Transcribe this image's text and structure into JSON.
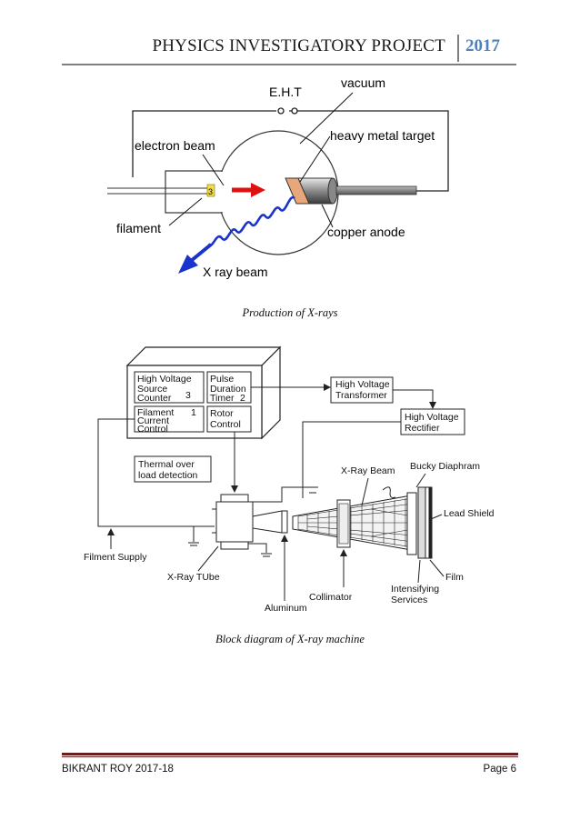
{
  "header": {
    "title": "PHYSICS INVESTIGATORY PROJECT",
    "year": "2017"
  },
  "figure1": {
    "caption": "Production of X-rays",
    "labels": {
      "eht": "E.H.T",
      "vacuum": "vacuum",
      "electron_beam": "electron beam",
      "target": "heavy metal target",
      "filament": "filament",
      "anode": "copper anode",
      "xray_beam": "X ray beam",
      "marker": "3"
    },
    "colors": {
      "electron_arrow": "#dd1111",
      "xray_wave": "#1a33cc",
      "target": "#e7a77a"
    }
  },
  "figure2": {
    "caption": "Block diagram of X-ray machine",
    "control_box": {
      "hv_source": [
        "High Voltage",
        "Source",
        "Counter"
      ],
      "hv_source_num": "3",
      "pulse": [
        "Pulse",
        "Duration",
        "Timer"
      ],
      "pulse_num": "2",
      "filament": [
        "Filament",
        "Current",
        "Control"
      ],
      "filament_num": "1",
      "rotor": [
        "Rotor",
        "Control"
      ]
    },
    "hv_transformer": [
      "High Voltage",
      "Transformer"
    ],
    "hv_rectifier": [
      "High Voltage",
      "Rectifier"
    ],
    "thermal": [
      "Thermal over",
      "load detection"
    ],
    "labels": {
      "xray_beam": "X-Ray Beam",
      "bucky": "Bucky Diaphram",
      "lead": "Lead Shield",
      "film": "Film",
      "intensifying": [
        "Intensifying",
        "Services"
      ],
      "collimator": "Collimator",
      "aluminum": "Aluminum",
      "tube": "X-Ray TUbe",
      "supply": "Filment Supply"
    }
  },
  "footer": {
    "author": "BIKRANT ROY 2017-18",
    "page": "Page 6"
  }
}
